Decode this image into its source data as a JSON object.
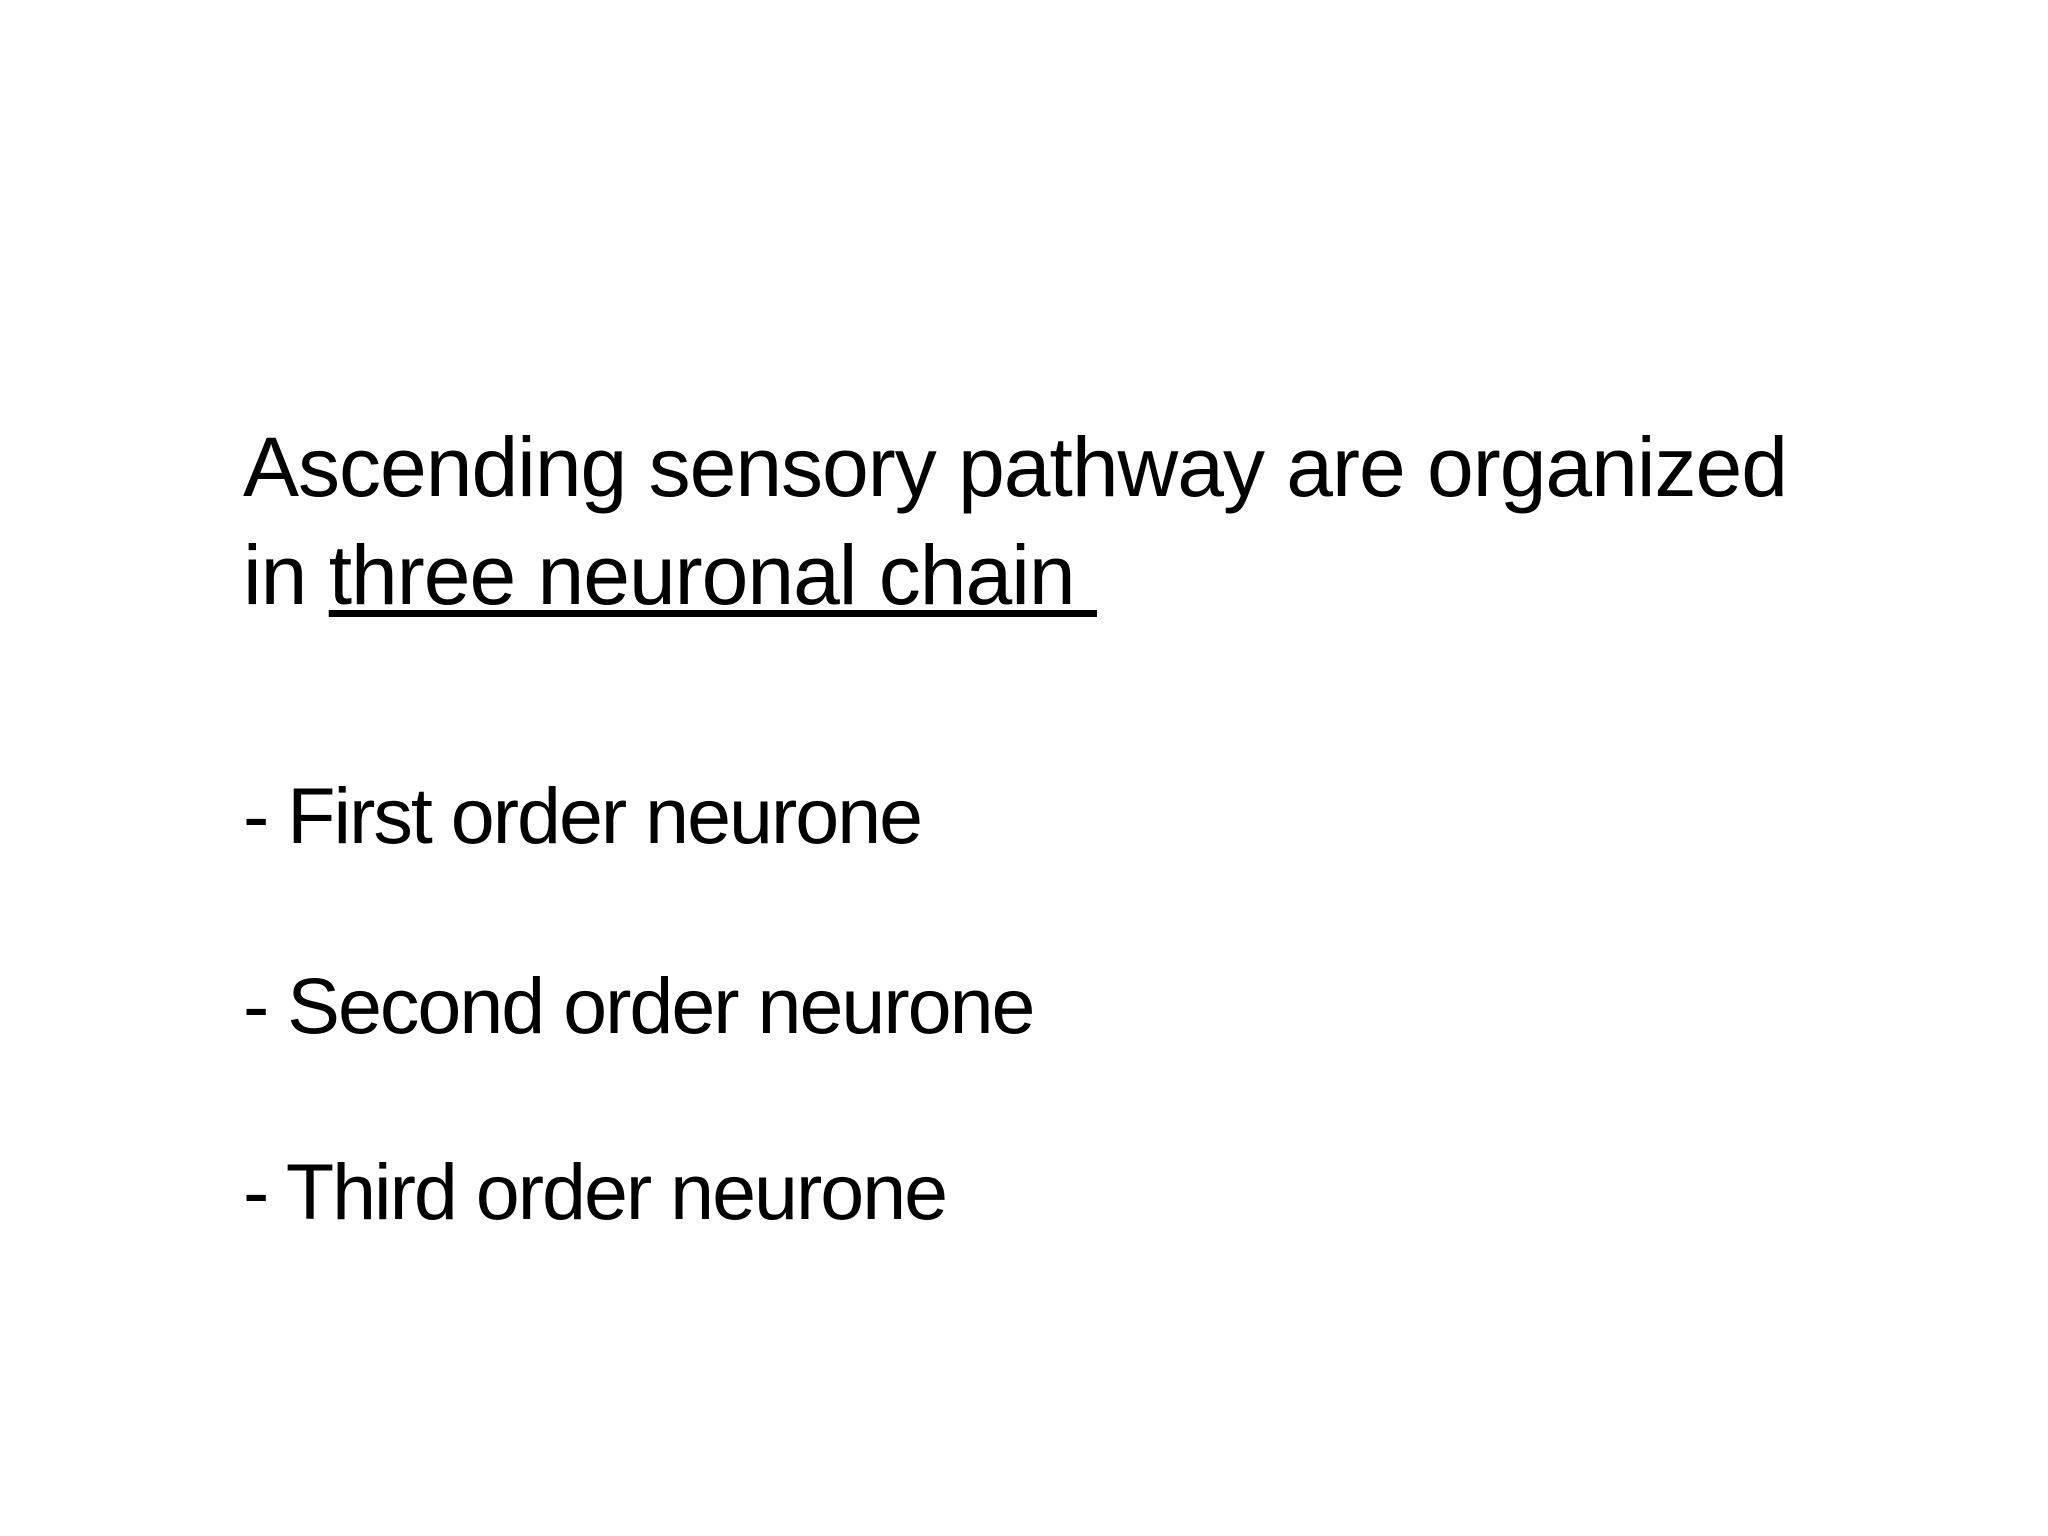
{
  "slide": {
    "background_color": "#ffffff",
    "text_color": "#000000",
    "title": {
      "line1": "Ascending sensory pathway are organized",
      "line2_prefix": "in ",
      "line2_underlined": "three neuronal chain "
    },
    "bullets": [
      {
        "label": "- First order neurone"
      },
      {
        "label": "- Second order neurone"
      },
      {
        "label": "- Third order neurone"
      }
    ]
  }
}
